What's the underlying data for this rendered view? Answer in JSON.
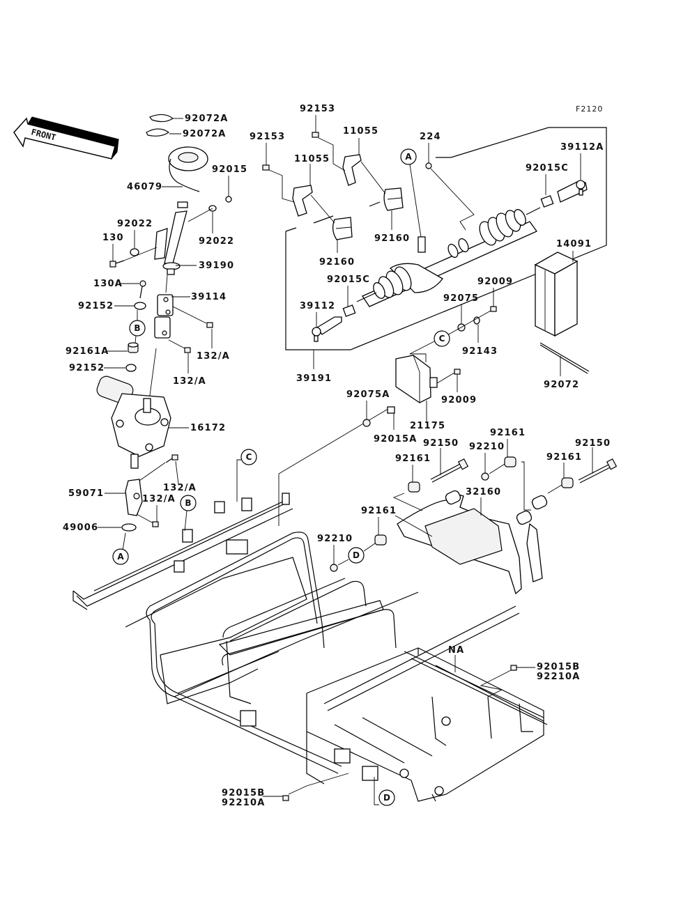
{
  "diagram": {
    "reference_code": "F2120",
    "front_indicator": "FRONT",
    "part_labels": {
      "p92072A_1": "92072A",
      "p92072A_2": "92072A",
      "p46079": "46079",
      "p92015": "92015",
      "p92022_left": "92022",
      "p92022_right": "92022",
      "p130": "130",
      "p39190": "39190",
      "p130A": "130A",
      "p39114": "39114",
      "p92152_top": "92152",
      "p92161A": "92161A",
      "p92152_bottom": "92152",
      "p132A_1": "132/A",
      "p132A_2": "132/A",
      "p16172": "16172",
      "p132A_3": "132/A",
      "p59071": "59071",
      "p132A_4": "132/A",
      "p49006": "49006",
      "p92153_top": "92153",
      "p92153_left": "92153",
      "p11055_top": "11055",
      "p11055_left": "11055",
      "p92160_right": "92160",
      "p92160_left": "92160",
      "p224": "224",
      "p39112A": "39112A",
      "p92015C_right": "92015C",
      "p14091": "14091",
      "p92015C_left": "92015C",
      "p39112": "39112",
      "p92009_top": "92009",
      "p92075": "92075",
      "p92143": "92143",
      "p39191": "39191",
      "p92072": "92072",
      "p92075A": "92075A",
      "p92009_bottom": "92009",
      "p21175": "21175",
      "p92015A": "92015A",
      "p92161_top": "92161",
      "p92150_left": "92150",
      "p92210_top": "92210",
      "p92150_right": "92150",
      "p92161_left": "92161",
      "p92161_right": "92161",
      "p32160": "32160",
      "p92161_bottom": "92161",
      "p92210_left": "92210",
      "pNA": "NA",
      "p92015B_right": "92015B",
      "p92210A_right": "92210A",
      "p92015B_bottom": "92015B",
      "p92210A_bottom": "92210A"
    },
    "connection_markers": {
      "A_top": "A",
      "A_bottom": "A",
      "B_left": "B",
      "B_frame": "B",
      "C_frame": "C",
      "C_right": "C",
      "D_left": "D",
      "D_bottom": "D"
    }
  }
}
